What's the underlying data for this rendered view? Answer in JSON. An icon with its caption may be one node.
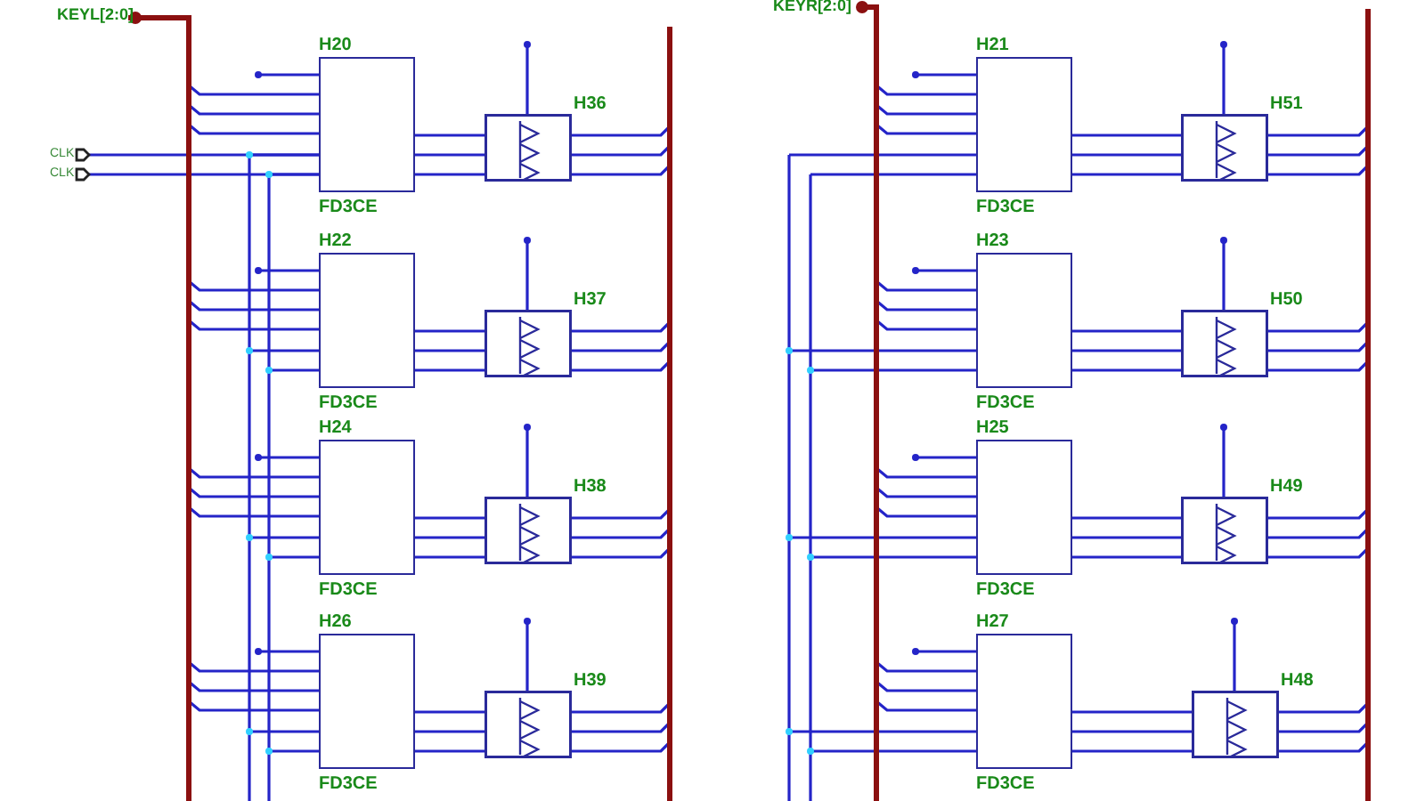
{
  "diagram": {
    "nodes": [
      {
        "text": [
          "H20",
          "FD3CE"
        ]
      },
      {
        "text": [
          "H36"
        ]
      },
      {
        "text": [
          "H21",
          "FD3CE"
        ]
      },
      {
        "text": [
          "H51"
        ]
      },
      {
        "text": [
          "H22",
          "FD3CE"
        ]
      },
      {
        "text": [
          "H37"
        ]
      },
      {
        "text": [
          "H23",
          "FD3CE"
        ]
      },
      {
        "text": [
          "H50"
        ]
      },
      {
        "text": [
          "H24",
          "FD3CE"
        ]
      },
      {
        "text": [
          "H38"
        ]
      },
      {
        "text": [
          "H25",
          "FD3CE"
        ]
      },
      {
        "text": [
          "H49"
        ]
      },
      {
        "text": [
          "H26",
          "FD3CE"
        ]
      },
      {
        "text": [
          "H39"
        ]
      },
      {
        "text": [
          "H27",
          "FD3CE"
        ]
      },
      {
        "text": [
          "H48"
        ]
      }
    ],
    "edges": [
      {
        "from": 0,
        "to": 1,
        "arrow": "none"
      },
      {
        "from": 0,
        "to": 1,
        "arrow": "none"
      },
      {
        "from": 0,
        "to": 1,
        "arrow": "none"
      },
      {
        "from": 2,
        "to": 3,
        "arrow": "none"
      },
      {
        "from": 2,
        "to": 3,
        "arrow": "none"
      },
      {
        "from": 2,
        "to": 3,
        "arrow": "none"
      },
      {
        "from": 4,
        "to": 5,
        "arrow": "none"
      },
      {
        "from": 4,
        "to": 5,
        "arrow": "none"
      },
      {
        "from": 4,
        "to": 5,
        "arrow": "none"
      },
      {
        "from": 6,
        "to": 7,
        "arrow": "none"
      },
      {
        "from": 6,
        "to": 7,
        "arrow": "none"
      },
      {
        "from": 6,
        "to": 7,
        "arrow": "none"
      },
      {
        "from": 8,
        "to": 9,
        "arrow": "none"
      },
      {
        "from": 8,
        "to": 9,
        "arrow": "none"
      },
      {
        "from": 8,
        "to": 9,
        "arrow": "none"
      },
      {
        "from": 10,
        "to": 11,
        "arrow": "none"
      },
      {
        "from": 10,
        "to": 11,
        "arrow": "none"
      },
      {
        "from": 10,
        "to": 11,
        "arrow": "none"
      },
      {
        "from": 12,
        "to": 13,
        "arrow": "none"
      },
      {
        "from": 12,
        "to": 13,
        "arrow": "none"
      },
      {
        "from": 12,
        "to": 13,
        "arrow": "none"
      },
      {
        "from": 14,
        "to": 15,
        "arrow": "none"
      },
      {
        "from": 14,
        "to": 15,
        "arrow": "none"
      },
      {
        "from": 14,
        "to": 15,
        "arrow": "none"
      }
    ],
    "labels": [
      "KEYL[2:0]",
      "KEYR[2:0]",
      "CLK",
      "CLK"
    ]
  }
}
